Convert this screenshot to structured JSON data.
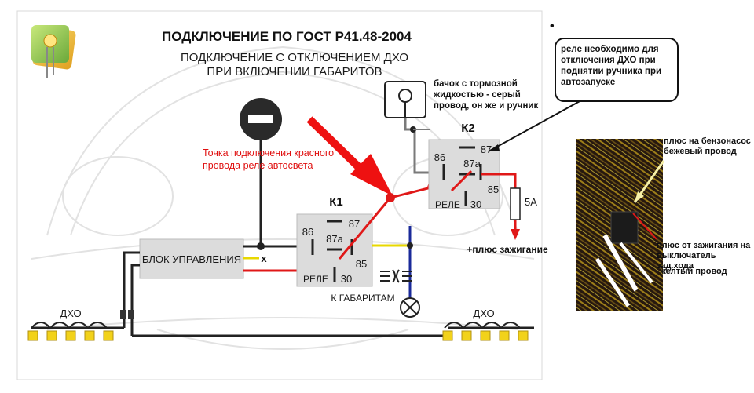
{
  "diagram": {
    "title": "ПОДКЛЮЧЕНИЕ ПО ГОСТ Р41.48-2004",
    "subtitle_line1": "ПОДКЛЮЧЕНИЕ С ОТКЛЮЧЕНИЕМ ДХО",
    "subtitle_line2": "ПРИ ВКЛЮЧЕНИИ ГАБАРИТОВ",
    "control_unit": "БЛОК УПРАВЛЕНИЯ",
    "x_mark": "x",
    "drl_left": "ДХО",
    "drl_right": "ДХО",
    "red_point_label": "Точка подключения красного провода реле автосвета",
    "relay_k1": {
      "name": "К1",
      "pin86": "86",
      "pin87": "87",
      "pin87a": "87a",
      "pin85": "85",
      "pin30": "30",
      "relay_label": "РЕЛЕ"
    },
    "relay_k2": {
      "name": "К2",
      "pin86": "86",
      "pin87": "87",
      "pin87a": "87a",
      "pin85": "85",
      "pin30": "30",
      "relay_label": "РЕЛЕ"
    },
    "to_parking_lights": "К ГАБАРИТАМ",
    "fuse": "5А",
    "ignition_plus": "+плюс зажигание",
    "brake_reservoir_note": "бачок с тормозной жидкостью - серый провод, он же и ручник",
    "relay_note": "реле необходимо для отключения ДХО при поднятии ручника при автозапуске",
    "dot_mark": "•"
  },
  "photo": {
    "label_fuel_pump": "плюс на бензонасос бежевый провод",
    "label_ignition": "плюс от зажигания на выключатель зад.хода",
    "label_yellow": "желтый провод"
  },
  "colors": {
    "wire_black": "#222222",
    "wire_red": "#e01818",
    "wire_yellow": "#e8d800",
    "wire_blue": "#1a2a9a",
    "wire_grey": "#7a7a7a",
    "drl_led": "#f2d21a",
    "relay_fill": "#dcdcdc",
    "arrow_red": "#ee1111"
  },
  "icons": [
    "led-icon",
    "no-entry-icon",
    "brake-reservoir-icon",
    "lamp-icon",
    "parking-light-icon",
    "fuse-icon"
  ]
}
